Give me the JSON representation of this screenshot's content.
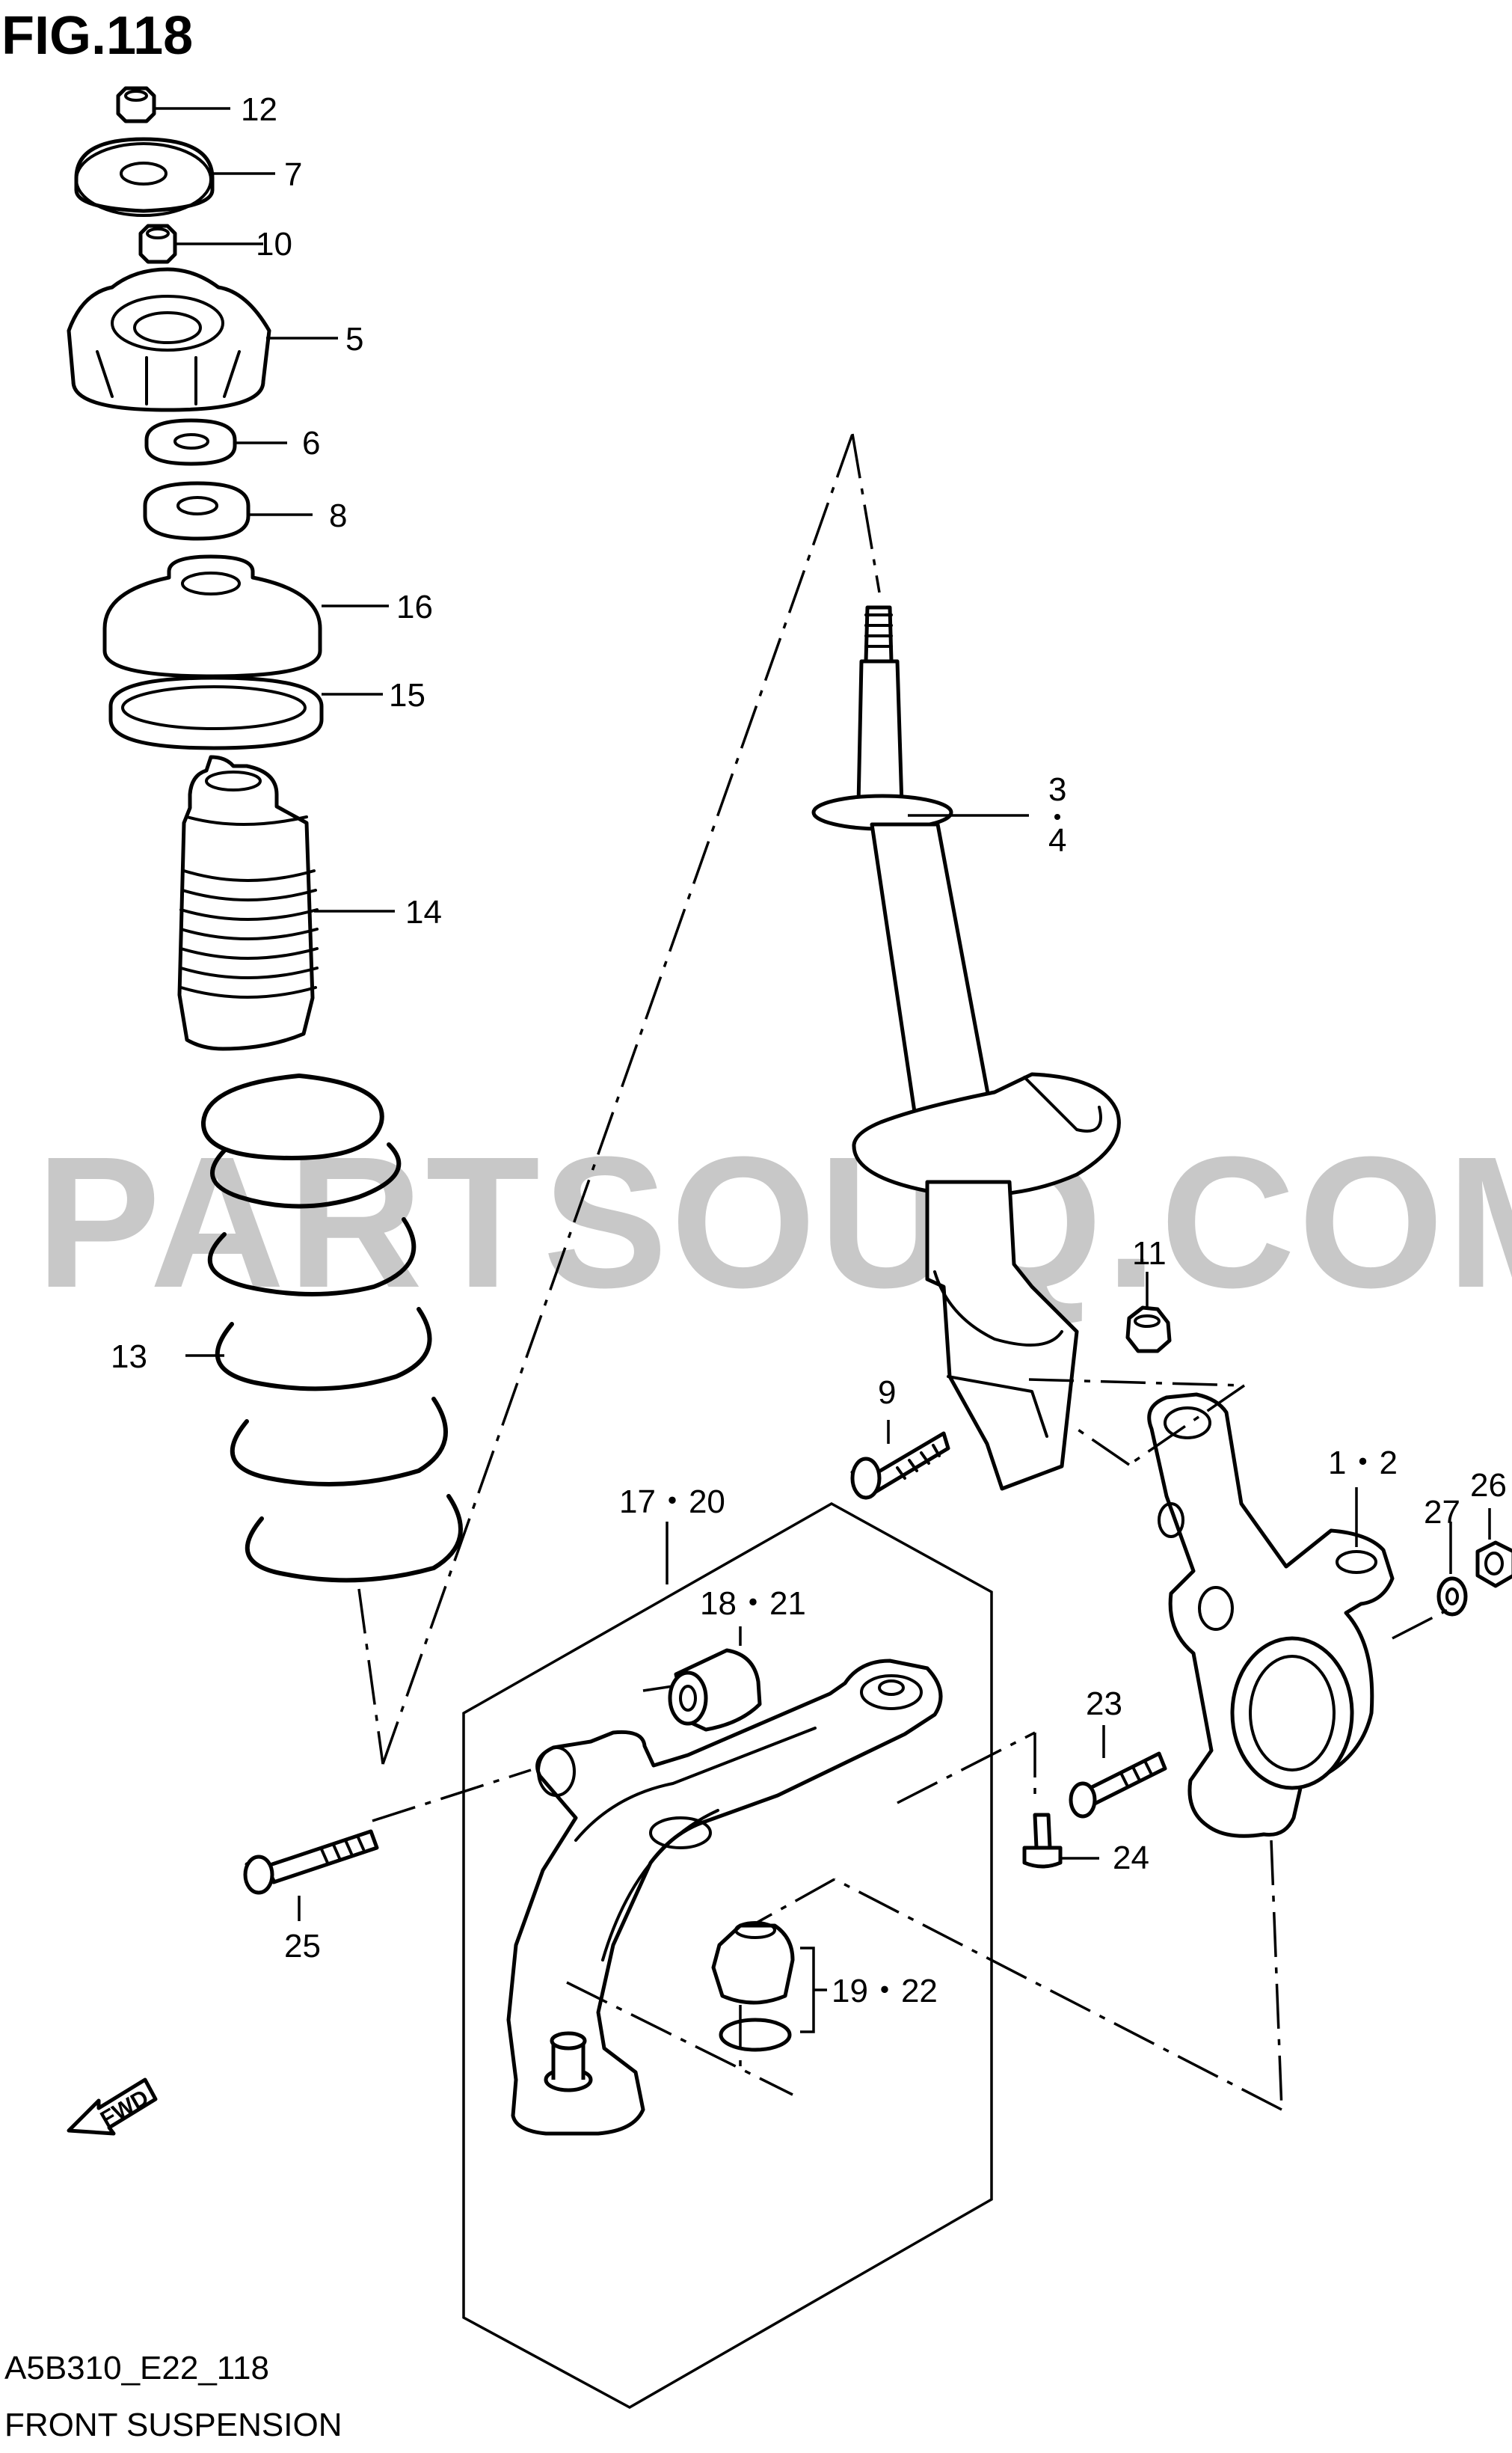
{
  "figure": {
    "title": "FIG.118",
    "code": "A5B310_E22_118",
    "caption": "FRONT SUSPENSION",
    "watermark": "PARTSOUQ.COM",
    "fwd_label": "FWD"
  },
  "callouts": [
    {
      "id": "c12",
      "text": "12"
    },
    {
      "id": "c7",
      "text": "7"
    },
    {
      "id": "c10",
      "text": "10"
    },
    {
      "id": "c5",
      "text": "5"
    },
    {
      "id": "c6",
      "text": "6"
    },
    {
      "id": "c8",
      "text": "8"
    },
    {
      "id": "c16",
      "text": "16"
    },
    {
      "id": "c15",
      "text": "15"
    },
    {
      "id": "c14",
      "text": "14"
    },
    {
      "id": "c13",
      "text": "13"
    },
    {
      "id": "c3",
      "text": "3"
    },
    {
      "id": "c4",
      "text": "4"
    },
    {
      "id": "c11",
      "text": "11"
    },
    {
      "id": "c9",
      "text": "9"
    },
    {
      "id": "c12b",
      "text": "1・2"
    },
    {
      "id": "c26",
      "text": "26"
    },
    {
      "id": "c27",
      "text": "27"
    },
    {
      "id": "c1720",
      "text": "17・20"
    },
    {
      "id": "c1821",
      "text": "18・21"
    },
    {
      "id": "c23",
      "text": "23"
    },
    {
      "id": "c24",
      "text": "24"
    },
    {
      "id": "c25",
      "text": "25"
    },
    {
      "id": "c1922",
      "text": "19・22"
    }
  ],
  "colors": {
    "line": "#000000",
    "watermark": "#c8c8c8",
    "background": "#ffffff"
  }
}
